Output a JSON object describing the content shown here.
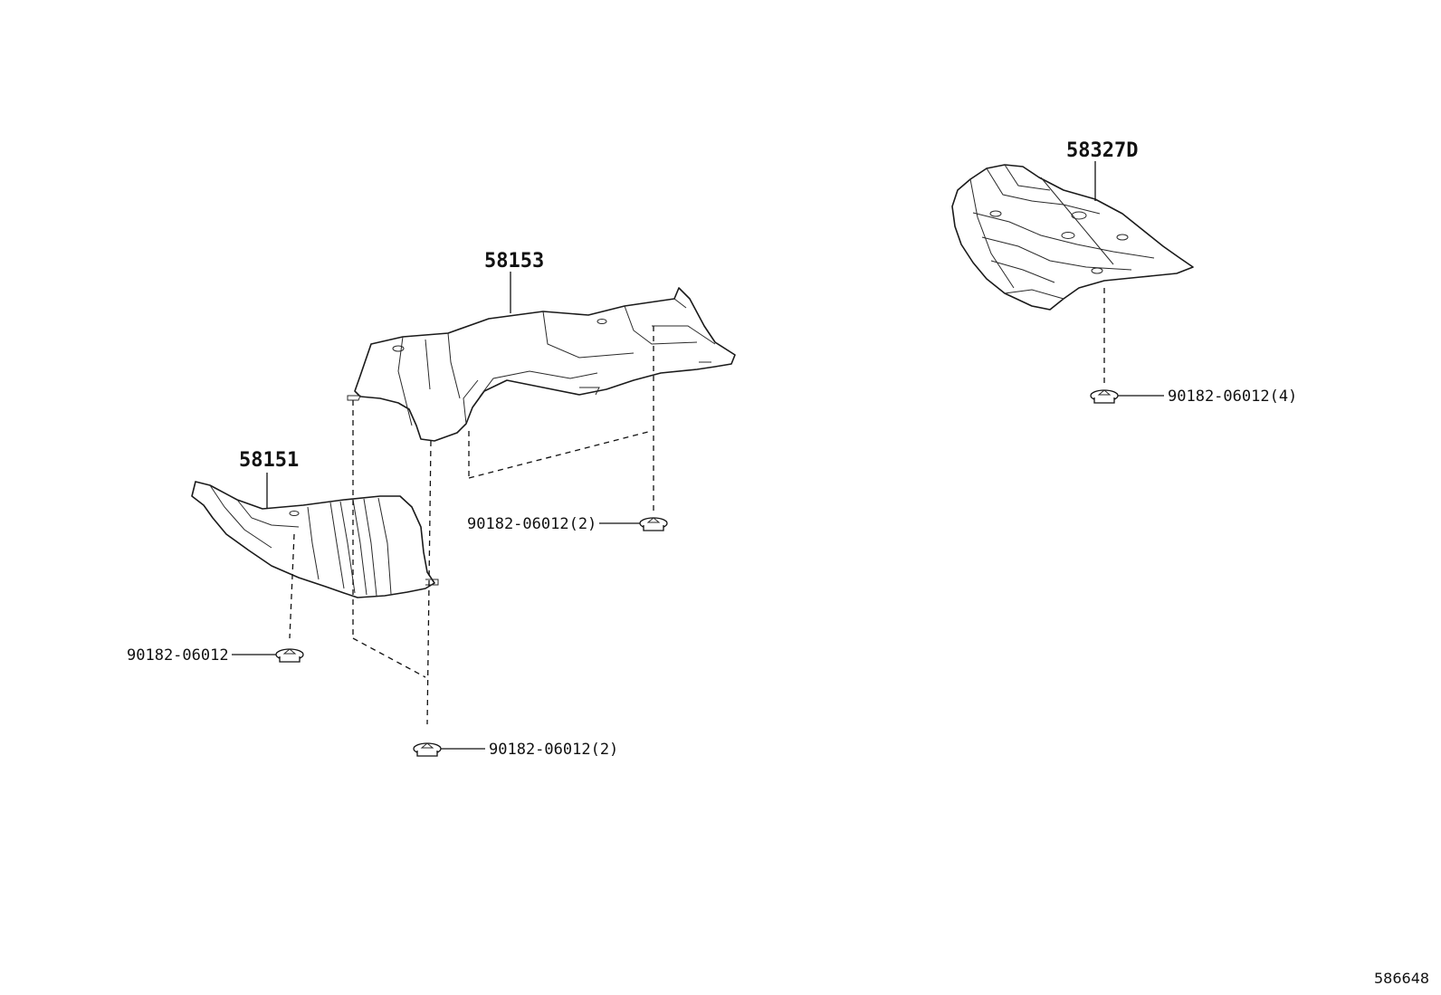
{
  "diagram": {
    "parts": [
      {
        "id": "p58153",
        "number": "58153"
      },
      {
        "id": "p58151",
        "number": "58151"
      },
      {
        "id": "p58327d",
        "number": "58327D"
      }
    ],
    "fasteners": [
      {
        "id": "f1",
        "label": "90182-06012(2)"
      },
      {
        "id": "f2",
        "label": "90182-06012"
      },
      {
        "id": "f3",
        "label": "90182-06012(2)"
      },
      {
        "id": "f4",
        "label": "90182-06012(4)"
      }
    ],
    "reference_number": "586648"
  }
}
